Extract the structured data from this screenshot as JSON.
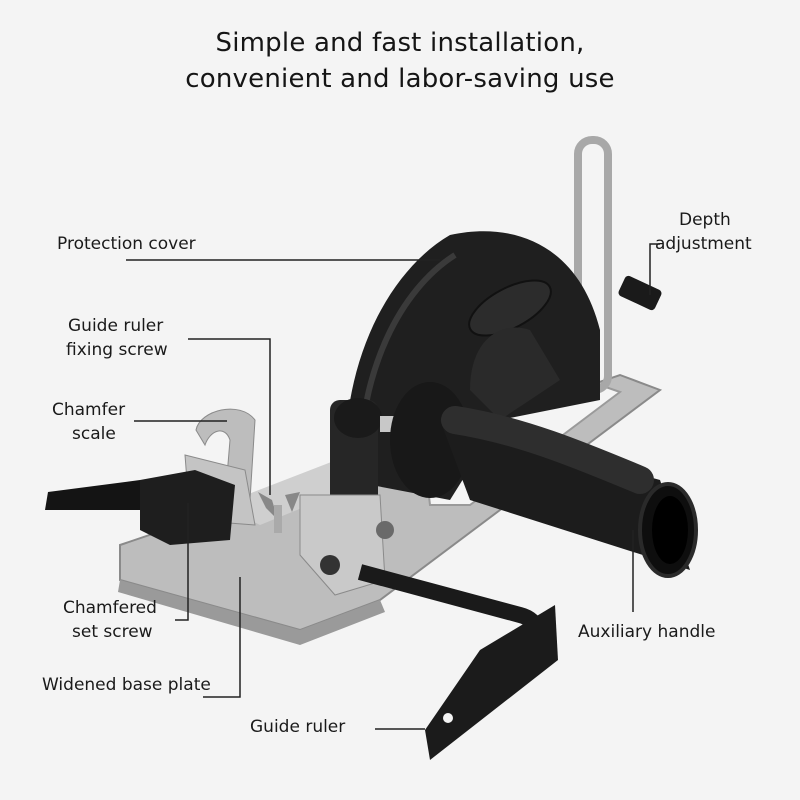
{
  "header": {
    "title_line1": "Simple and fast installation,",
    "title_line2": "convenient and labor-saving use"
  },
  "product": {
    "name": "Angle grinder cutting stand / circular saw conversion base",
    "colors": {
      "background": "#f4f4f4",
      "cover": "#1c1c1c",
      "metal": "#b8b8b8",
      "text": "#151515",
      "leader": "#222222"
    }
  },
  "callouts": {
    "protection_cover": "Protection cover",
    "guide_ruler_fixing_screw_1": "Guide ruler",
    "guide_ruler_fixing_screw_2": "fixing screw",
    "chamfer_scale_1": "Chamfer",
    "chamfer_scale_2": "scale",
    "chamfered_set_screw_1": "Chamfered",
    "chamfered_set_screw_2": "set screw",
    "widened_base_plate": "Widened base plate",
    "guide_ruler": "Guide ruler",
    "depth_adjustment_1": "Depth",
    "depth_adjustment_2": "adjustment",
    "auxiliary_handle": "Auxiliary handle"
  }
}
